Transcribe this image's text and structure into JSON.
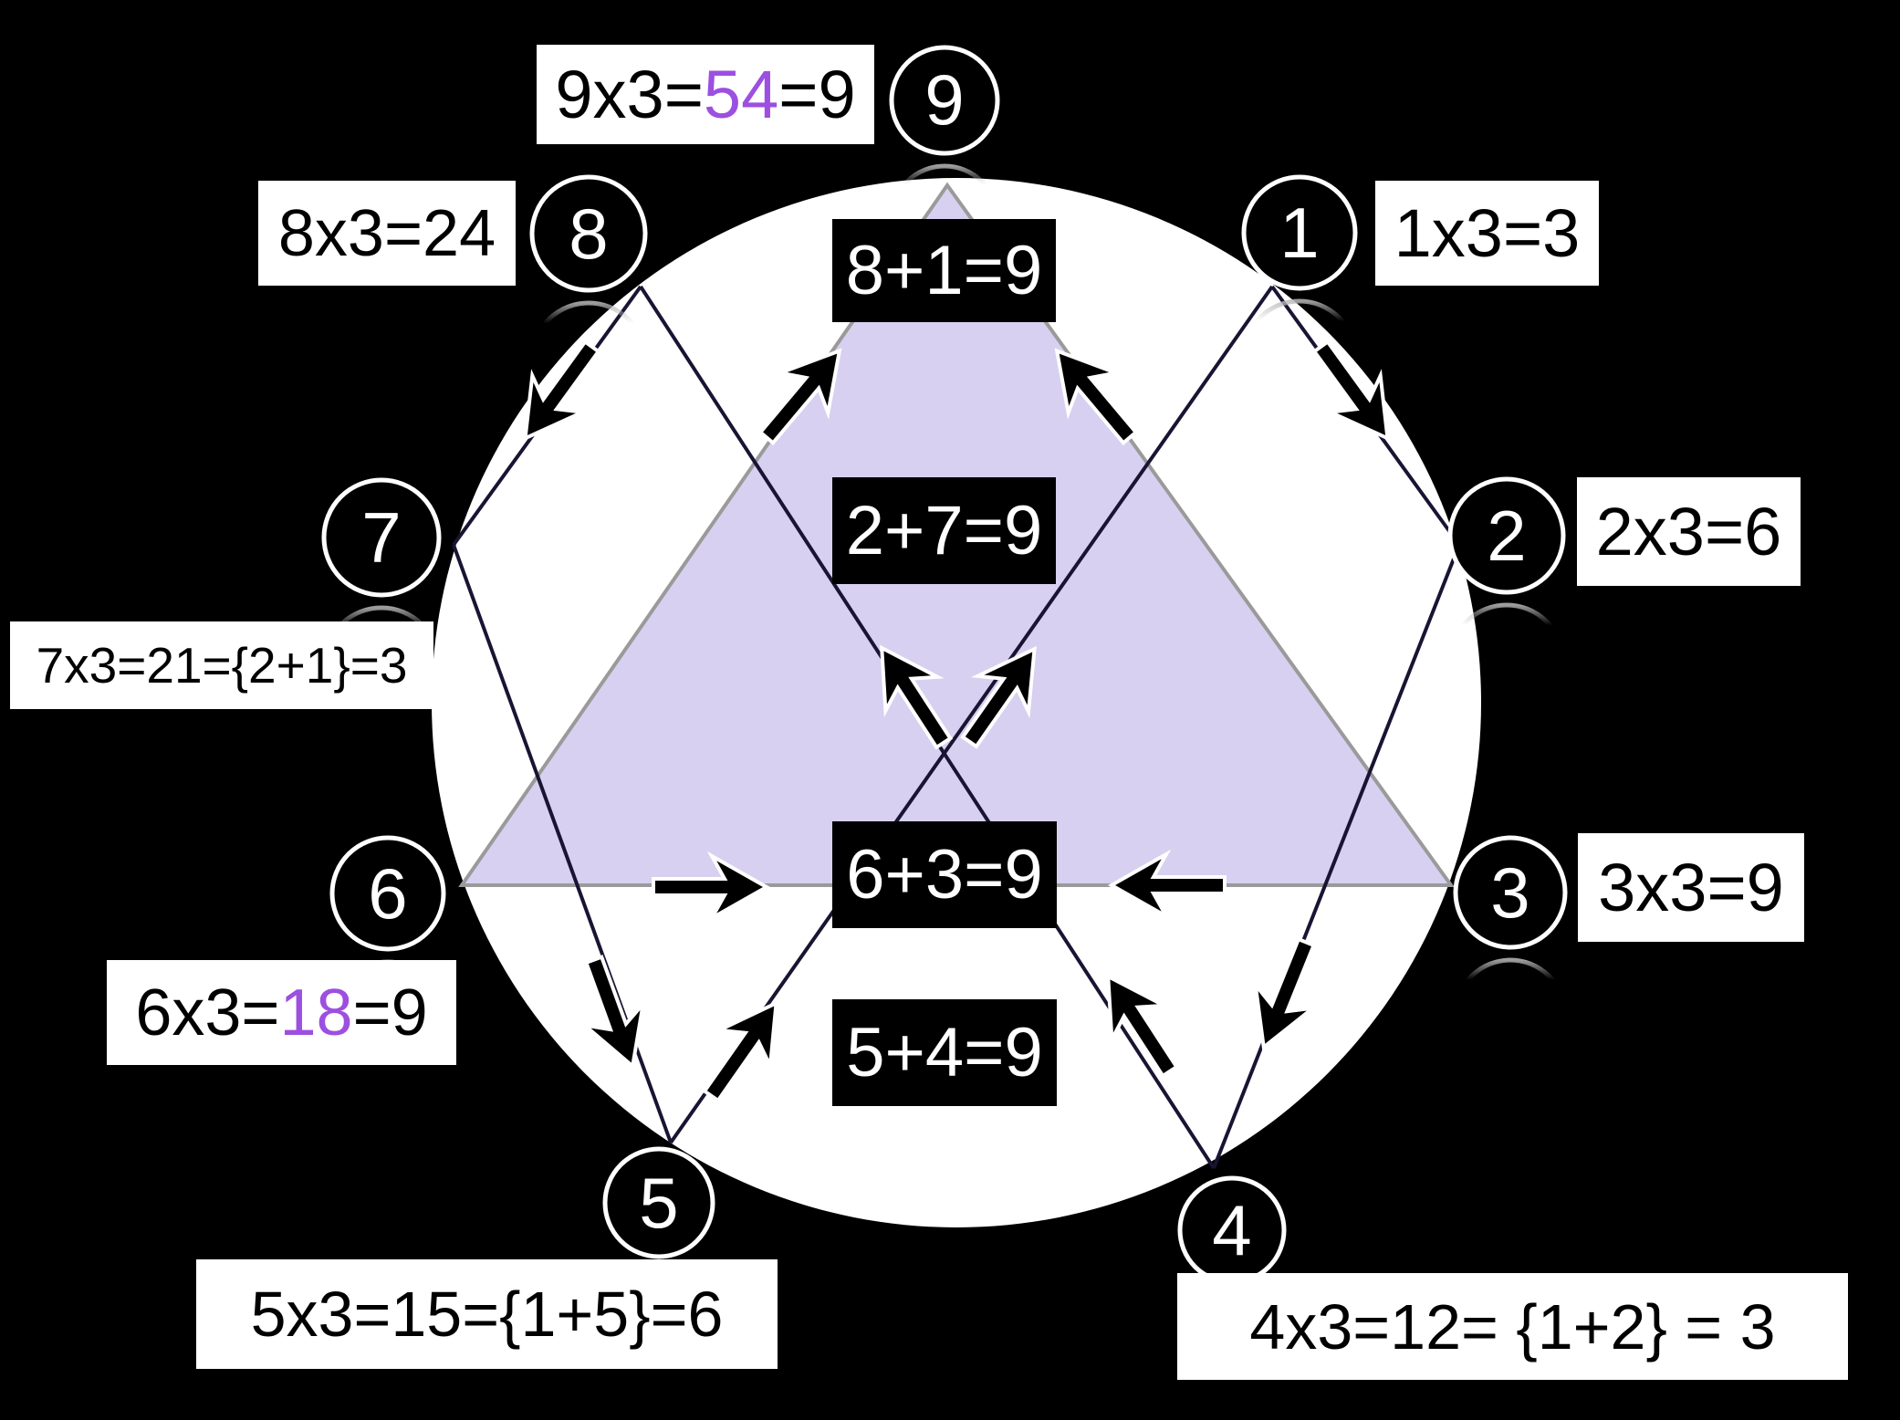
{
  "colors": {
    "background": "#000000",
    "main_circle_fill": "#ffffff",
    "triangle_fill": "#d7d0f0",
    "triangle_stroke": "#9a9a9a",
    "line_color": "#1a1433",
    "highlight_purple": "#9c4fe0",
    "label_bg": "#ffffff",
    "sum_box_bg": "#000000"
  },
  "circled_numbers": {
    "n9": "9",
    "n8": "8",
    "n1": "1",
    "n7": "7",
    "n2": "2",
    "n6": "6",
    "n3": "3",
    "n5": "5",
    "n4": "4"
  },
  "multiplication_labels": {
    "m9": {
      "prefix": "9x3=",
      "highlight": "54",
      "suffix": "=9"
    },
    "m8": {
      "prefix": "8x3=24",
      "highlight": "",
      "suffix": ""
    },
    "m1": {
      "prefix": "1x3=3",
      "highlight": "",
      "suffix": ""
    },
    "m2": {
      "prefix": "2x3=6",
      "highlight": "",
      "suffix": ""
    },
    "m3": {
      "prefix": "3x3=9",
      "highlight": "",
      "suffix": ""
    },
    "m4": {
      "prefix": "4x3=12= {1+2} = 3",
      "highlight": "",
      "suffix": ""
    },
    "m5": {
      "prefix": "5x3=15={1+5}=6",
      "highlight": "",
      "suffix": ""
    },
    "m6": {
      "prefix": "6x3=",
      "highlight": "18",
      "suffix": "=9"
    },
    "m7": {
      "prefix": "7x3=21={2+1}=3",
      "highlight": "",
      "suffix": ""
    }
  },
  "sum_equations": {
    "top": "8+1=9",
    "middle": "2+7=9",
    "base": "6+3=9",
    "bottom": "5+4=9"
  },
  "arrows": [
    "arrow-8-to-7",
    "arrow-1-to-2",
    "arrow-7-to-5",
    "arrow-2-to-4",
    "arrow-4-to-8-mid",
    "arrow-5-to-1-mid",
    "arrow-5-to-1-low",
    "arrow-4-to-8-low",
    "arrow-into-9-left",
    "arrow-into-9-right",
    "arrow-6-inward",
    "arrow-3-inward"
  ]
}
